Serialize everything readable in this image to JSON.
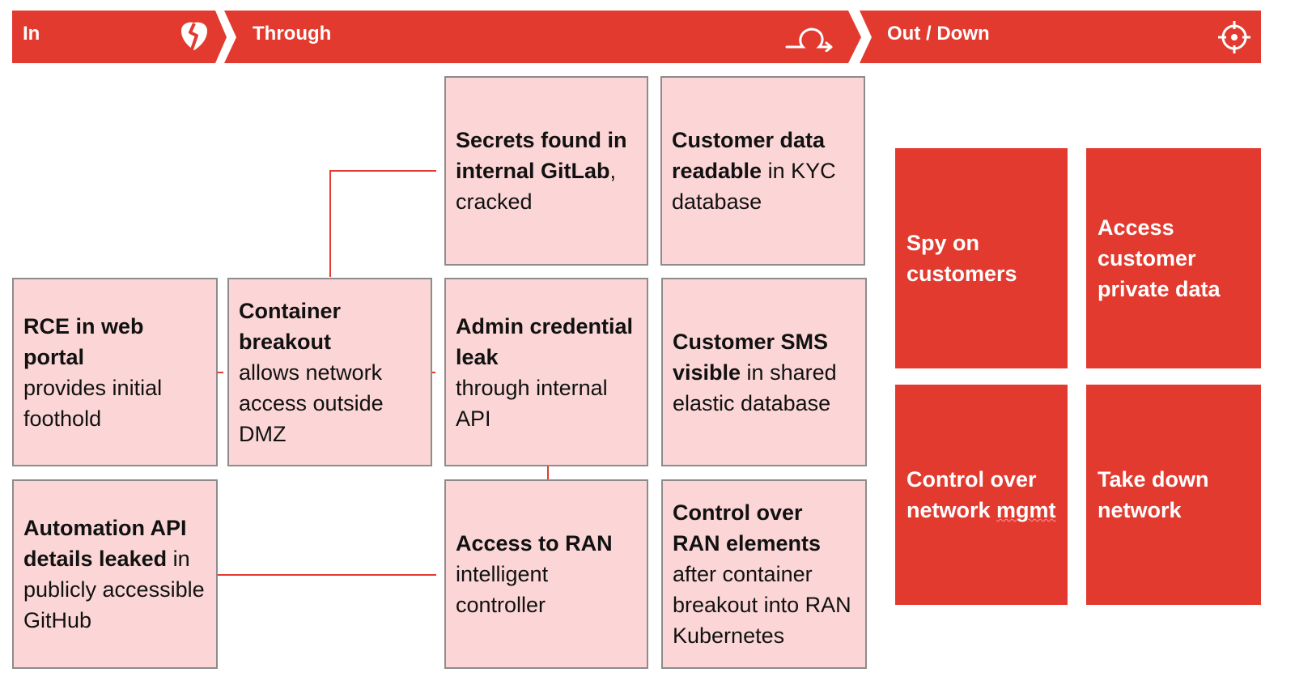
{
  "phases": [
    {
      "label": "In",
      "icon": "broken-heart-shield-icon"
    },
    {
      "label": "Through",
      "icon": "loop-arrow-icon"
    },
    {
      "label": "Out / Down",
      "icon": "crosshair-target-icon"
    }
  ],
  "colors": {
    "phase_bar": "#e33a2f",
    "step_box_fill": "#fcd6d6",
    "step_box_border": "#8c8c8c",
    "outcome_fill": "#e33a2f",
    "connector": "#e33a2f"
  },
  "steps": {
    "rce": {
      "bold": "RCE in web portal",
      "rest": "provides initial foothold"
    },
    "container": {
      "bold": "Container breakout",
      "rest": "allows network access outside DMZ"
    },
    "secrets": {
      "bold": "Secrets found in internal GitLab",
      "rest": ", cracked"
    },
    "customer_data": {
      "bold": "Customer data readable",
      "rest": " in KYC database"
    },
    "admin": {
      "bold": "Admin credential leak",
      "rest": "through internal API"
    },
    "sms": {
      "bold": "Customer SMS visible",
      "rest": " in shared elastic database"
    },
    "automation": {
      "bold": "Automation API details leaked",
      "rest": " in publicly accessible GitHub"
    },
    "ran_access": {
      "bold": "Access to RAN",
      "rest": "intelligent controller"
    },
    "ran_control": {
      "bold": "Control over RAN elements",
      "rest": "after container breakout into RAN Kubernetes"
    }
  },
  "outcomes": {
    "spy": "Spy on customers",
    "access_private": "Access customer private data",
    "control_mgmt_prefix": "Control over network",
    "control_mgmt_word": "mgmt",
    "take_down": "Take down network"
  }
}
